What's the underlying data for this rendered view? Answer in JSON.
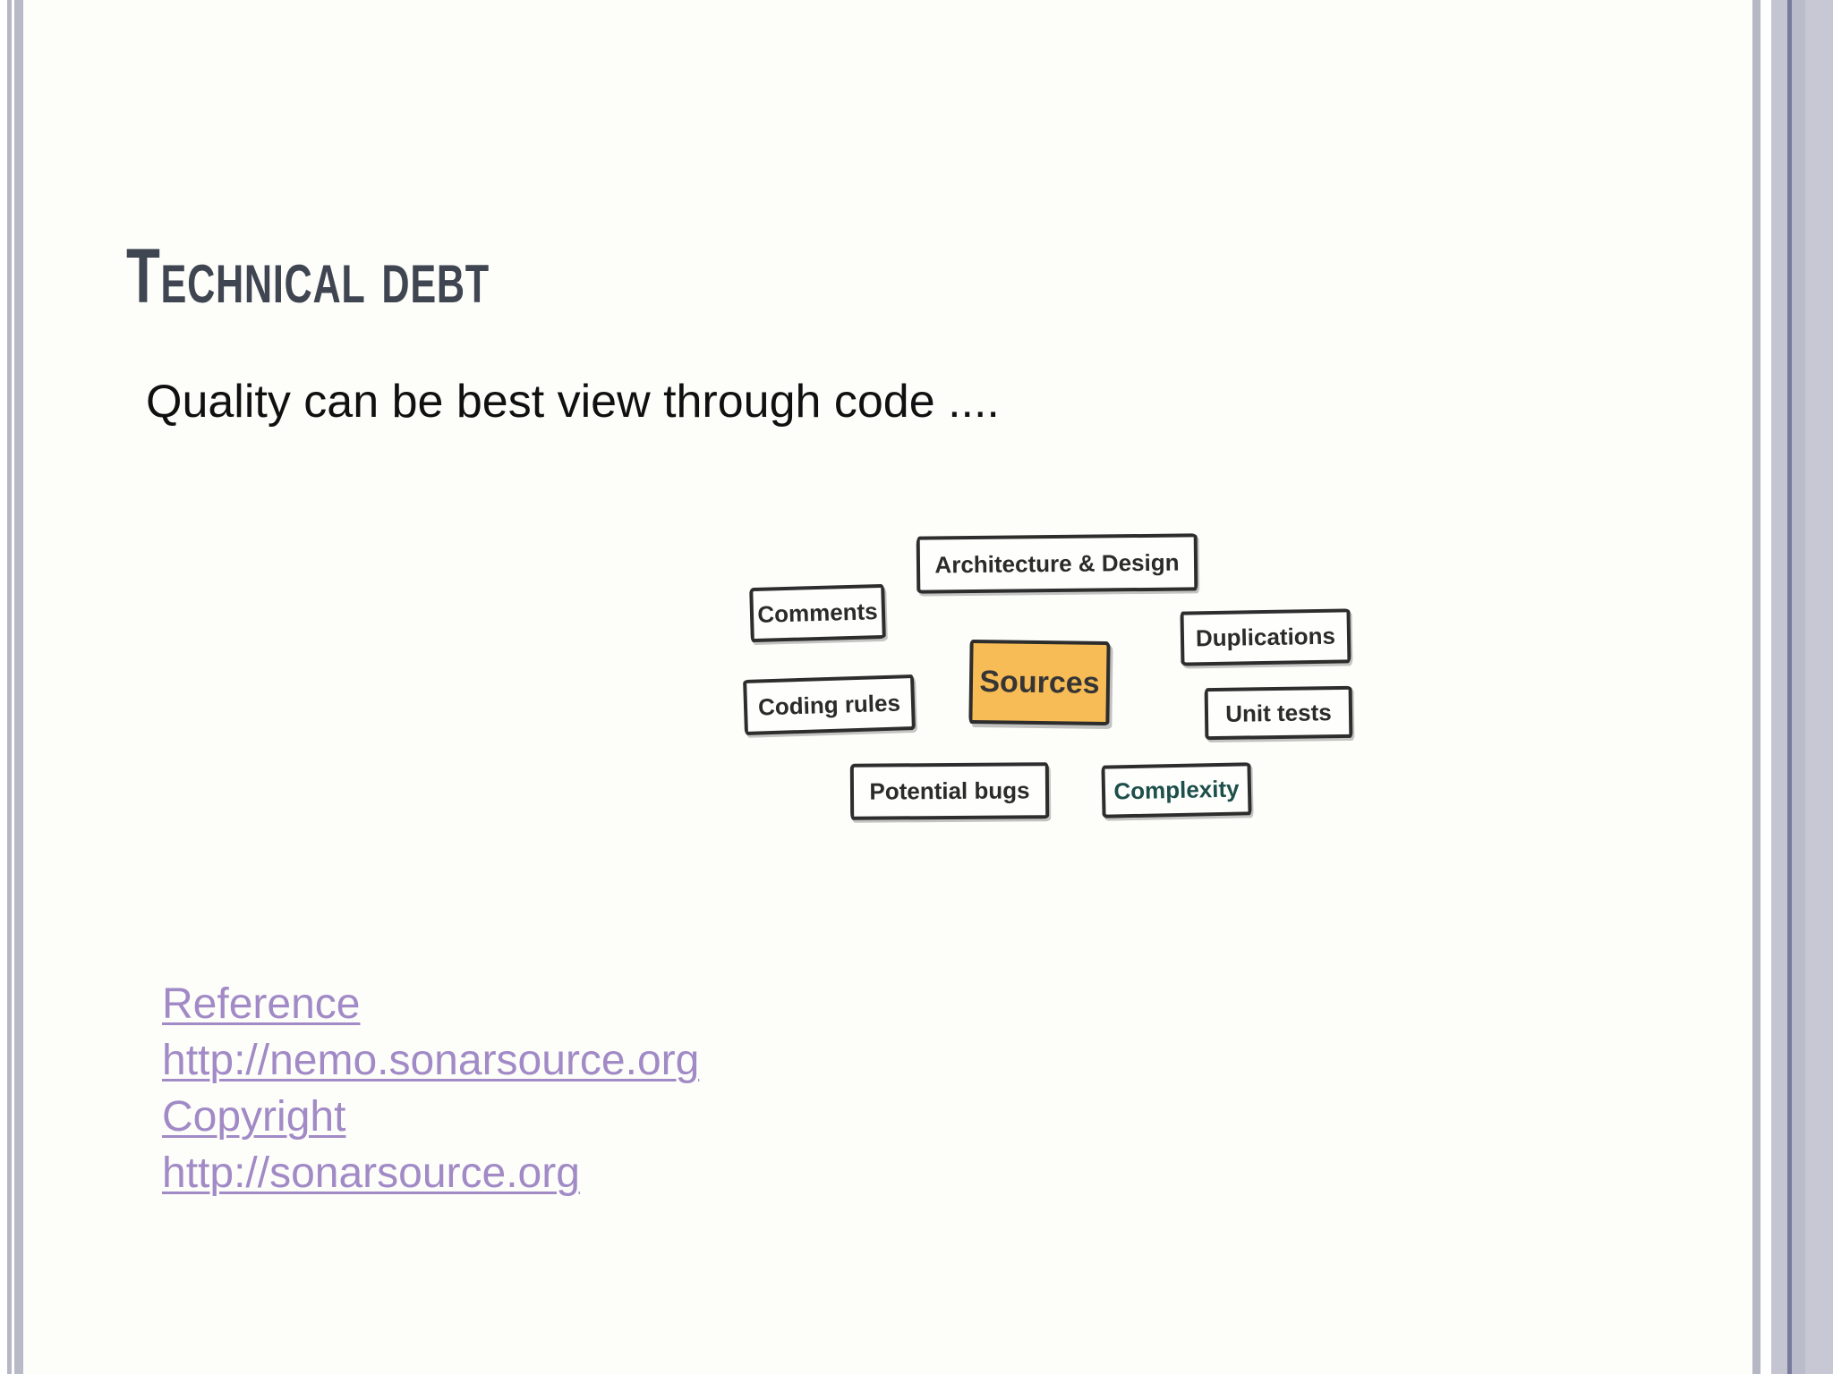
{
  "slide": {
    "title": "Technical debt",
    "subtitle": "Quality can be best view through code ....",
    "diagram": {
      "nodes": [
        {
          "id": "architecture",
          "label": "Architecture & Design",
          "highlighted": false
        },
        {
          "id": "comments",
          "label": "Comments",
          "highlighted": false
        },
        {
          "id": "duplications",
          "label": "Duplications",
          "highlighted": false
        },
        {
          "id": "sources",
          "label": "Sources",
          "highlighted": true
        },
        {
          "id": "coding-rules",
          "label": "Coding rules",
          "highlighted": false
        },
        {
          "id": "unit-tests",
          "label": "Unit tests",
          "highlighted": false
        },
        {
          "id": "potential-bugs",
          "label": "Potential bugs",
          "highlighted": false
        },
        {
          "id": "complexity",
          "label": "Complexity",
          "highlighted": false
        }
      ]
    },
    "links": [
      {
        "label": "Reference"
      },
      {
        "label": "http://nemo.sonarsource.org"
      },
      {
        "label": "Copyright"
      },
      {
        "label": "http://sonarsource.org"
      }
    ],
    "colors": {
      "slide_background": "#fdfefa",
      "title_text": "#3f4551",
      "body_text": "#101010",
      "link_text": "#a18ac6",
      "box_border": "#2d2d2d",
      "box_fill": "#fefefc",
      "sources_fill": "#f7bc55",
      "complexity_text": "#1d4f4b",
      "frame_stripe": "#b9bac7",
      "frame_panel": "#c4c5d1",
      "frame_panel_line": "#787b9d"
    }
  }
}
